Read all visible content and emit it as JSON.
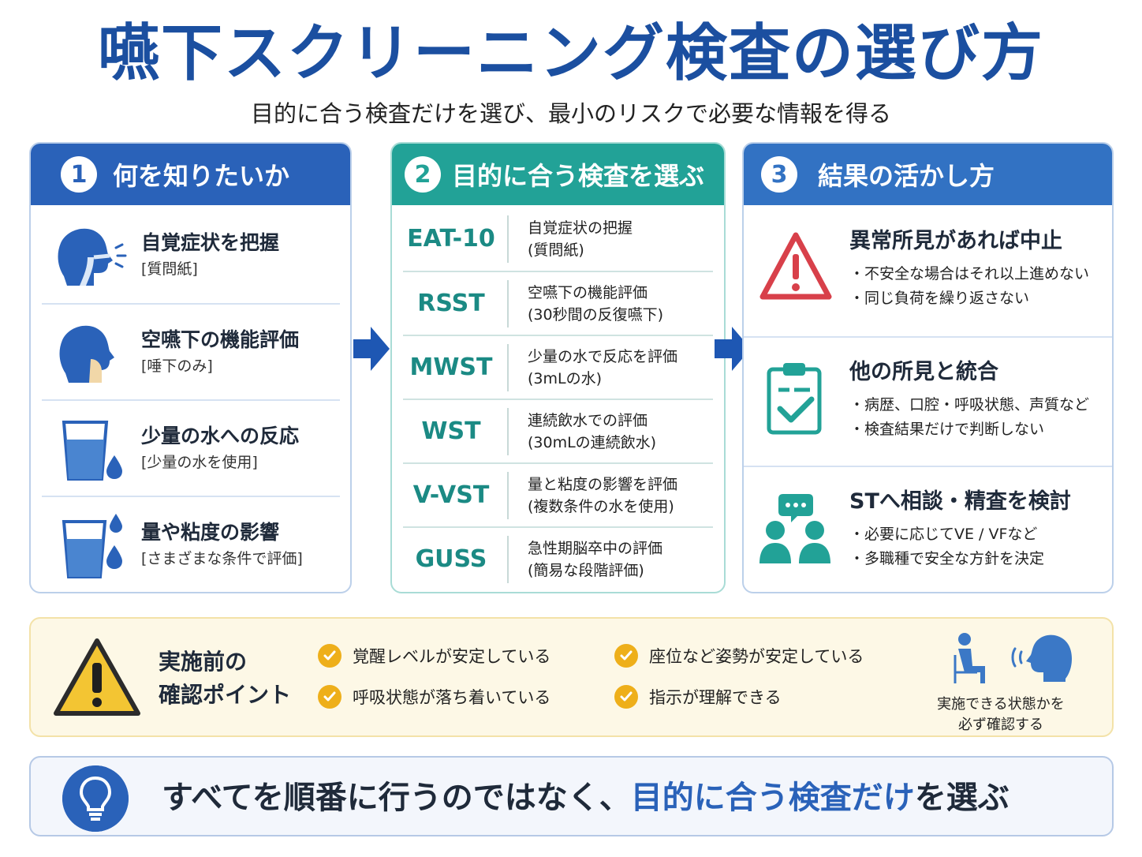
{
  "title": "嚥下スクリーニング検査の選び方",
  "subtitle": "目的に合う検査だけを選び、最小のリスクで必要な情報を得る",
  "panel1": {
    "number": "1",
    "title": "何を知りたいか",
    "items": [
      {
        "main": "自覚症状を把握",
        "sub": "[質問紙]",
        "icon": "head-profile-throat-icon"
      },
      {
        "main": "空嚥下の機能評価",
        "sub": "[唾下のみ]",
        "icon": "head-swallow-icon"
      },
      {
        "main": "少量の水への反応",
        "sub": "[少量の水を使用]",
        "icon": "water-cup-drop-icon"
      },
      {
        "main": "量や粘度の影響",
        "sub": "[さまざまな条件で評価]",
        "icon": "water-cup-two-drops-icon"
      }
    ]
  },
  "panel2": {
    "number": "2",
    "title": "目的に合う検査を選ぶ",
    "items": [
      {
        "code": "EAT-10",
        "main": "自覚症状の把握",
        "sub": "(質問紙)"
      },
      {
        "code": "RSST",
        "main": "空嚥下の機能評価",
        "sub": "(30秒間の反復嚥下)"
      },
      {
        "code": "MWST",
        "main": "少量の水で反応を評価",
        "sub": "(3mLの水)"
      },
      {
        "code": "WST",
        "main": "連続飲水での評価",
        "sub": "(30mLの連続飲水)"
      },
      {
        "code": "V-VST",
        "main": "量と粘度の影響を評価",
        "sub": "(複数条件の水を使用)"
      },
      {
        "code": "GUSS",
        "main": "急性期脳卒中の評価",
        "sub": "(簡易な段階評価)"
      }
    ]
  },
  "panel3": {
    "number": "3",
    "title": "結果の活かし方",
    "items": [
      {
        "main": "異常所見があれば中止",
        "bullets": [
          "・不安全な場合はそれ以上進めない",
          "・同じ負荷を繰り返さない"
        ],
        "icon": "warning-triangle-icon"
      },
      {
        "main": "他の所見と統合",
        "bullets": [
          "・病歴、口腔・呼吸状態、声質など",
          "・検査結果だけで判断しない"
        ],
        "icon": "clipboard-check-icon"
      },
      {
        "main": "STへ相談・精査を検討",
        "bullets": [
          "・必要に応じてVE / VFなど",
          "・多職種で安全な方針を決定"
        ],
        "icon": "team-chat-icon"
      }
    ]
  },
  "caution": {
    "title_line1": "実施前の",
    "title_line2": "確認ポイント",
    "checks": [
      "覚醒レベルが安定している",
      "座位など姿勢が安定している",
      "呼吸状態が落ち着いている",
      "指示が理解できる"
    ],
    "note_line1": "実施できる状態かを",
    "note_line2": "必ず確認する"
  },
  "message": {
    "part1": "すべてを順番に行うのではなく、",
    "highlight": "目的に合う検査だけ",
    "part2": "を選ぶ"
  },
  "colors": {
    "title_blue": "#1b4fa0",
    "panel1": "#2a62b9",
    "panel2": "#22a297",
    "panel3": "#3272c3",
    "warning_red": "#d8404a",
    "check_yellow": "#eeaf1a"
  }
}
